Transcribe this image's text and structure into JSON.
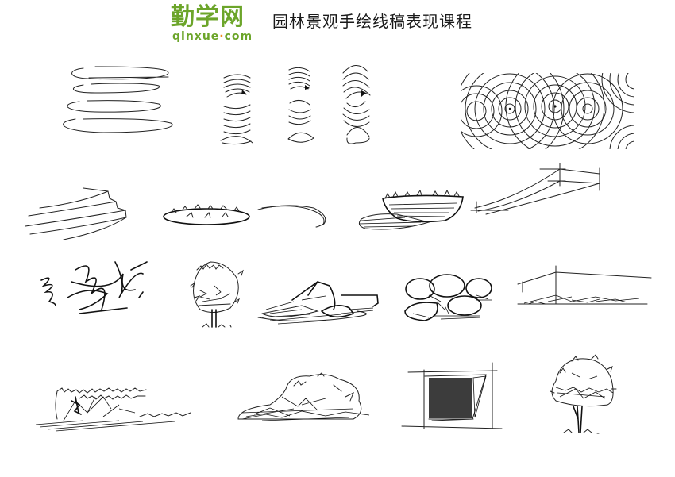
{
  "header": {
    "logo": {
      "cn": "勤学网",
      "en_left": "qinxue",
      "en_dot": "·",
      "en_right": "com"
    },
    "title": "园林景观手绘线稿表现课程"
  },
  "colors": {
    "brand_green": "#6ca52a",
    "brand_dot": "#f08a1c",
    "ink": "#111111",
    "background": "#ffffff"
  },
  "sketches": [
    {
      "id": "ellipse-stroke-practice",
      "row": 1
    },
    {
      "id": "arc-stroke-practice-1",
      "row": 1
    },
    {
      "id": "arc-stroke-practice-2",
      "row": 1
    },
    {
      "id": "arc-stroke-practice-3",
      "row": 1
    },
    {
      "id": "water-ripple-pattern",
      "row": 1
    },
    {
      "id": "curved-steps",
      "row": 2
    },
    {
      "id": "grass-oval-planter",
      "row": 2
    },
    {
      "id": "curved-edge-line",
      "row": 2
    },
    {
      "id": "raised-planter-with-shadow",
      "row": 2
    },
    {
      "id": "perspective-curved-wall",
      "row": 2
    },
    {
      "id": "scribble-shrub-practice",
      "row": 3
    },
    {
      "id": "small-tree",
      "row": 3
    },
    {
      "id": "rock-group-1",
      "row": 3
    },
    {
      "id": "rock-group-2",
      "row": 3
    },
    {
      "id": "perspective-ground-plane",
      "row": 3
    },
    {
      "id": "hedge-row",
      "row": 4
    },
    {
      "id": "shrub-mass",
      "row": 4
    },
    {
      "id": "shaded-box-perspective",
      "row": 4
    },
    {
      "id": "round-canopy-tree",
      "row": 4
    }
  ]
}
